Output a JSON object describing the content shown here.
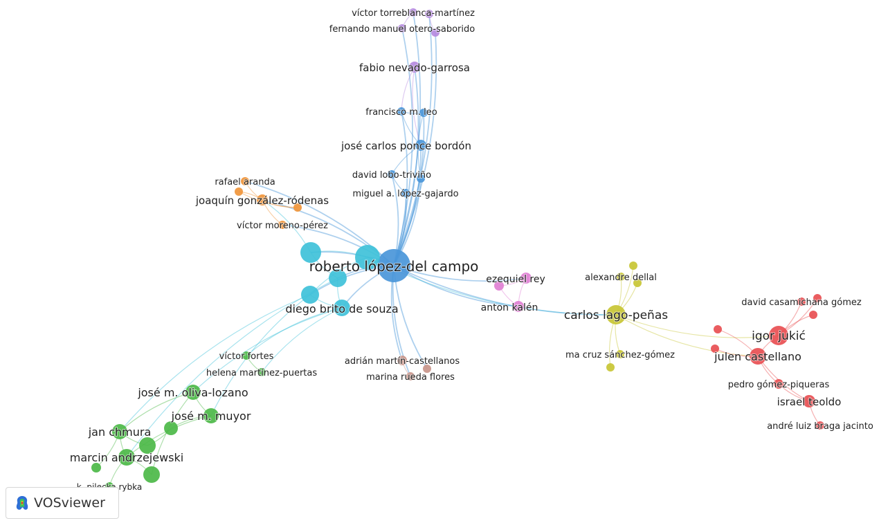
{
  "app": {
    "name": "VOSviewer"
  },
  "clusters": {
    "red": "#e84f53",
    "green": "#4cb848",
    "blue": "#4a96d9",
    "yellow": "#c8c534",
    "purple": "#b58ae0",
    "cyan": "#3fc1d9",
    "orange": "#f0953a",
    "brown": "#c9958a",
    "pink": "#e07fd4"
  },
  "nodes": [
    {
      "id": "rlc",
      "label": "roberto lópez-del campo",
      "cluster": "blue"
    },
    {
      "id": "dbs",
      "label": "diego brito de souza",
      "cluster": "cyan"
    },
    {
      "id": "c1",
      "label": "",
      "cluster": "cyan"
    },
    {
      "id": "c2",
      "label": "",
      "cluster": "cyan"
    },
    {
      "id": "c3",
      "label": "",
      "cluster": "cyan"
    },
    {
      "id": "c4",
      "label": "",
      "cluster": "cyan"
    },
    {
      "id": "vtm",
      "label": "víctor torreblanca-martínez",
      "cluster": "purple"
    },
    {
      "id": "fmos",
      "label": "fernando manuel otero-saborido",
      "cluster": "purple"
    },
    {
      "id": "fng",
      "label": "fabio nevado-garrosa",
      "cluster": "purple"
    },
    {
      "id": "p1",
      "label": "",
      "cluster": "purple"
    },
    {
      "id": "p2",
      "label": "",
      "cluster": "purple"
    },
    {
      "id": "fml",
      "label": "francisco m. leo",
      "cluster": "blue"
    },
    {
      "id": "jcpb",
      "label": "josé carlos ponce bordón",
      "cluster": "blue"
    },
    {
      "id": "dlt",
      "label": "david lobo-triviño",
      "cluster": "blue"
    },
    {
      "id": "malg",
      "label": "miguel a. lópez-gajardo",
      "cluster": "blue"
    },
    {
      "id": "b1",
      "label": "",
      "cluster": "blue"
    },
    {
      "id": "b2",
      "label": "",
      "cluster": "blue"
    },
    {
      "id": "ra",
      "label": "rafael aranda",
      "cluster": "orange"
    },
    {
      "id": "jgr",
      "label": "joaquín gonzález-ródenas",
      "cluster": "orange"
    },
    {
      "id": "vmp",
      "label": "víctor moreno-pérez",
      "cluster": "orange"
    },
    {
      "id": "o1",
      "label": "",
      "cluster": "orange"
    },
    {
      "id": "o2",
      "label": "",
      "cluster": "orange"
    },
    {
      "id": "er",
      "label": "ezequiel rey",
      "cluster": "pink"
    },
    {
      "id": "ak",
      "label": "anton kalén",
      "cluster": "pink"
    },
    {
      "id": "pk1",
      "label": "",
      "cluster": "pink"
    },
    {
      "id": "clp",
      "label": "carlos lago-peñas",
      "cluster": "yellow"
    },
    {
      "id": "ad",
      "label": "alexandre dellal",
      "cluster": "yellow"
    },
    {
      "id": "mcsg",
      "label": "ma cruz sánchez-gómez",
      "cluster": "yellow"
    },
    {
      "id": "y1",
      "label": "",
      "cluster": "yellow"
    },
    {
      "id": "y2",
      "label": "",
      "cluster": "yellow"
    },
    {
      "id": "y3",
      "label": "",
      "cluster": "yellow"
    },
    {
      "id": "ij",
      "label": "igor jukić",
      "cluster": "red"
    },
    {
      "id": "jc",
      "label": "julen castellano",
      "cluster": "red"
    },
    {
      "id": "dcg",
      "label": "david casamichana gómez",
      "cluster": "red"
    },
    {
      "id": "pgp",
      "label": "pedro gómez-piqueras",
      "cluster": "red"
    },
    {
      "id": "it",
      "label": "israel teoldo",
      "cluster": "red"
    },
    {
      "id": "albj",
      "label": "andré luiz braga jacinto",
      "cluster": "red"
    },
    {
      "id": "r1",
      "label": "",
      "cluster": "red"
    },
    {
      "id": "r2",
      "label": "",
      "cluster": "red"
    },
    {
      "id": "r3",
      "label": "",
      "cluster": "red"
    },
    {
      "id": "r4",
      "label": "",
      "cluster": "red"
    },
    {
      "id": "amc",
      "label": "adrián martín-castellanos",
      "cluster": "brown"
    },
    {
      "id": "mrf",
      "label": "marina rueda flores",
      "cluster": "brown"
    },
    {
      "id": "br1",
      "label": "",
      "cluster": "brown"
    },
    {
      "id": "vf",
      "label": "víctor fortes",
      "cluster": "green"
    },
    {
      "id": "hmp",
      "label": "helena martínez-puertas",
      "cluster": "green"
    },
    {
      "id": "jmol",
      "label": "josé m. oliva-lozano",
      "cluster": "green"
    },
    {
      "id": "jmm",
      "label": "josé m. muyor",
      "cluster": "green"
    },
    {
      "id": "jch",
      "label": "jan chmura",
      "cluster": "green"
    },
    {
      "id": "ma",
      "label": "marcin andrzejewski",
      "cluster": "green"
    },
    {
      "id": "kpr",
      "label": "k. pilecka rybka",
      "cluster": "green"
    },
    {
      "id": "g1",
      "label": "",
      "cluster": "green"
    },
    {
      "id": "g2",
      "label": "",
      "cluster": "green"
    },
    {
      "id": "g3",
      "label": "",
      "cluster": "green"
    },
    {
      "id": "g4",
      "label": "",
      "cluster": "green"
    }
  ],
  "edges": [
    [
      "rlc",
      "dbs"
    ],
    [
      "rlc",
      "c1"
    ],
    [
      "rlc",
      "c2"
    ],
    [
      "rlc",
      "c3"
    ],
    [
      "rlc",
      "c4"
    ],
    [
      "c1",
      "c2"
    ],
    [
      "c2",
      "c3"
    ],
    [
      "c3",
      "dbs"
    ],
    [
      "c4",
      "dbs"
    ],
    [
      "c1",
      "c4"
    ],
    [
      "rlc",
      "fng"
    ],
    [
      "rlc",
      "vtm"
    ],
    [
      "rlc",
      "fmos"
    ],
    [
      "rlc",
      "p1"
    ],
    [
      "rlc",
      "p2"
    ],
    [
      "fng",
      "fml"
    ],
    [
      "fng",
      "jcpb"
    ],
    [
      "fml",
      "jcpb"
    ],
    [
      "vtm",
      "fmos"
    ],
    [
      "p1",
      "p2"
    ],
    [
      "rlc",
      "fml"
    ],
    [
      "rlc",
      "jcpb"
    ],
    [
      "rlc",
      "dlt"
    ],
    [
      "rlc",
      "malg"
    ],
    [
      "rlc",
      "b1"
    ],
    [
      "rlc",
      "b2"
    ],
    [
      "jcpb",
      "dlt"
    ],
    [
      "dlt",
      "malg"
    ],
    [
      "b1",
      "b2"
    ],
    [
      "fml",
      "b1"
    ],
    [
      "rlc",
      "ra"
    ],
    [
      "rlc",
      "jgr"
    ],
    [
      "rlc",
      "vmp"
    ],
    [
      "c2",
      "jgr"
    ],
    [
      "ra",
      "jgr"
    ],
    [
      "jgr",
      "vmp"
    ],
    [
      "o1",
      "o2"
    ],
    [
      "jgr",
      "o1"
    ],
    [
      "jgr",
      "o2"
    ],
    [
      "rlc",
      "er"
    ],
    [
      "rlc",
      "ak"
    ],
    [
      "er",
      "ak"
    ],
    [
      "pk1",
      "er"
    ],
    [
      "pk1",
      "ak"
    ],
    [
      "rlc",
      "clp"
    ],
    [
      "c1",
      "clp"
    ],
    [
      "clp",
      "ad"
    ],
    [
      "clp",
      "mcsg"
    ],
    [
      "clp",
      "y1"
    ],
    [
      "clp",
      "y2"
    ],
    [
      "clp",
      "y3"
    ],
    [
      "clp",
      "ij"
    ],
    [
      "clp",
      "jc"
    ],
    [
      "ij",
      "jc"
    ],
    [
      "ij",
      "dcg"
    ],
    [
      "jc",
      "pgp"
    ],
    [
      "jc",
      "it"
    ],
    [
      "it",
      "albj"
    ],
    [
      "ij",
      "r1"
    ],
    [
      "jc",
      "r2"
    ],
    [
      "r3",
      "jc"
    ],
    [
      "r4",
      "ij"
    ],
    [
      "pgp",
      "it"
    ],
    [
      "rlc",
      "amc"
    ],
    [
      "rlc",
      "mrf"
    ],
    [
      "rlc",
      "br1"
    ],
    [
      "amc",
      "mrf"
    ],
    [
      "dbs",
      "vf"
    ],
    [
      "dbs",
      "hmp"
    ],
    [
      "dbs",
      "jmol"
    ],
    [
      "c4",
      "jmm"
    ],
    [
      "c4",
      "jch"
    ],
    [
      "c3",
      "ma"
    ],
    [
      "jmol",
      "jmm"
    ],
    [
      "jmol",
      "jch"
    ],
    [
      "jmm",
      "ma"
    ],
    [
      "jch",
      "ma"
    ],
    [
      "ma",
      "kpr"
    ],
    [
      "jch",
      "g1"
    ],
    [
      "jmm",
      "g2"
    ],
    [
      "g1",
      "g2"
    ],
    [
      "g3",
      "ma"
    ],
    [
      "g4",
      "jch"
    ],
    [
      "jmol",
      "g3"
    ],
    [
      "vf",
      "hmp"
    ]
  ]
}
